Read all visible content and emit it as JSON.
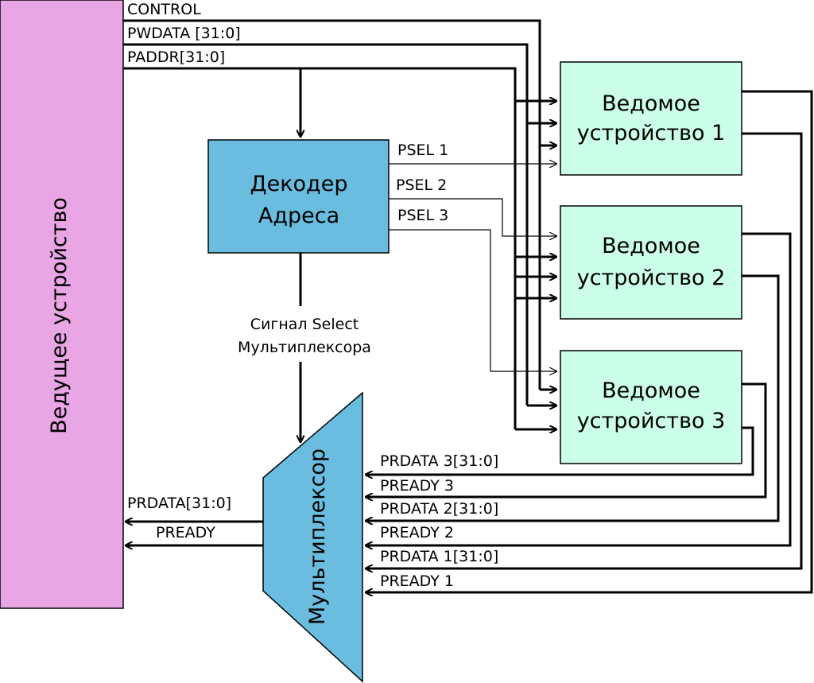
{
  "blocks": {
    "master": "Ведущее устройство",
    "decoder": [
      "Декодер",
      "Адреса"
    ],
    "slave1": [
      "Ведомое",
      "устройство 1"
    ],
    "slave2": [
      "Ведомое",
      "устройство 2"
    ],
    "slave3": [
      "Ведомое",
      "устройство 3"
    ],
    "mux": "Мультиплексор"
  },
  "signals": {
    "control": "CONTROL",
    "pwdata": "PWDATA [31:0]",
    "paddr": "PADDR[31:0]",
    "psel1": "PSEL 1",
    "psel2": "PSEL 2",
    "psel3": "PSEL 3",
    "select": [
      "Сигнал Select",
      "Мультиплексора"
    ],
    "prdata_out": "PRDATA[31:0]",
    "pready_out": "PREADY",
    "prdata3": "PRDATA 3[31:0]",
    "pready3": "PREADY 3",
    "prdata2": "PRDATA 2[31:0]",
    "pready2": "PREADY 2",
    "prdata1": "PRDATA 1[31:0]",
    "pready1": "PREADY 1"
  },
  "colors": {
    "master": "#e8a6e4",
    "decoder": "#6bbde0",
    "slave": "#ccffe8",
    "mux": "#6bbde0"
  }
}
